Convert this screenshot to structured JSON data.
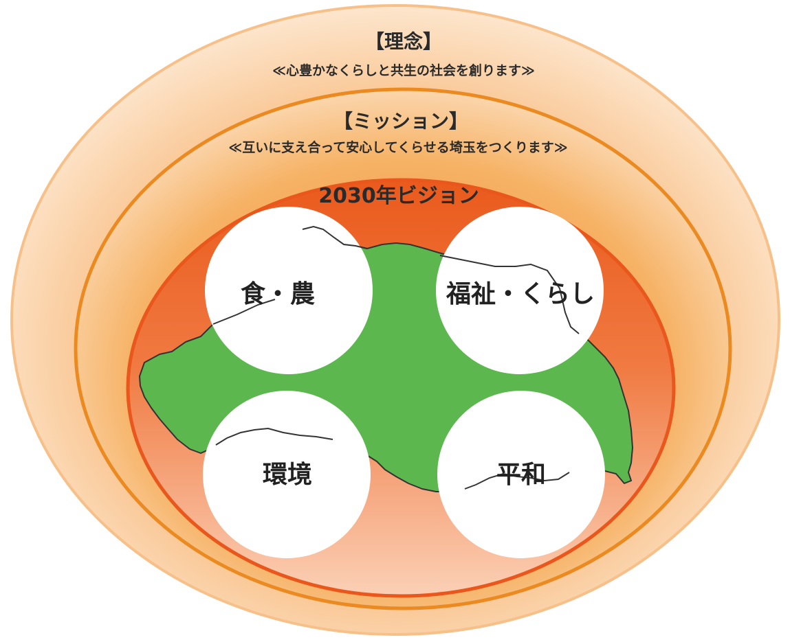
{
  "philosophy": {
    "title": "【理念】",
    "subtitle": "≪心豊かなくらしと共生の社会を創ります≫"
  },
  "mission": {
    "title": "【ミッション】",
    "subtitle": "≪互いに支え合って安心してくらせる埼玉をつくります≫"
  },
  "vision": {
    "title": "2030年ビジョン",
    "pillars": [
      {
        "label": "食・農"
      },
      {
        "label": "福祉・くらし"
      },
      {
        "label": "環境"
      },
      {
        "label": "平和"
      }
    ]
  },
  "colors": {
    "outer_ring": "#f9c793",
    "outer_ring_edge": "#f7b062",
    "middle_ring": "#f5a94e",
    "middle_ring_edge": "#ec8a22",
    "inner_ring": "#ee6a2a",
    "inner_ring_light": "#f9c7ab",
    "map_fill": "#5cb84e",
    "map_outline": "#3a3a3a",
    "pillar_fill": "#ffffff"
  }
}
